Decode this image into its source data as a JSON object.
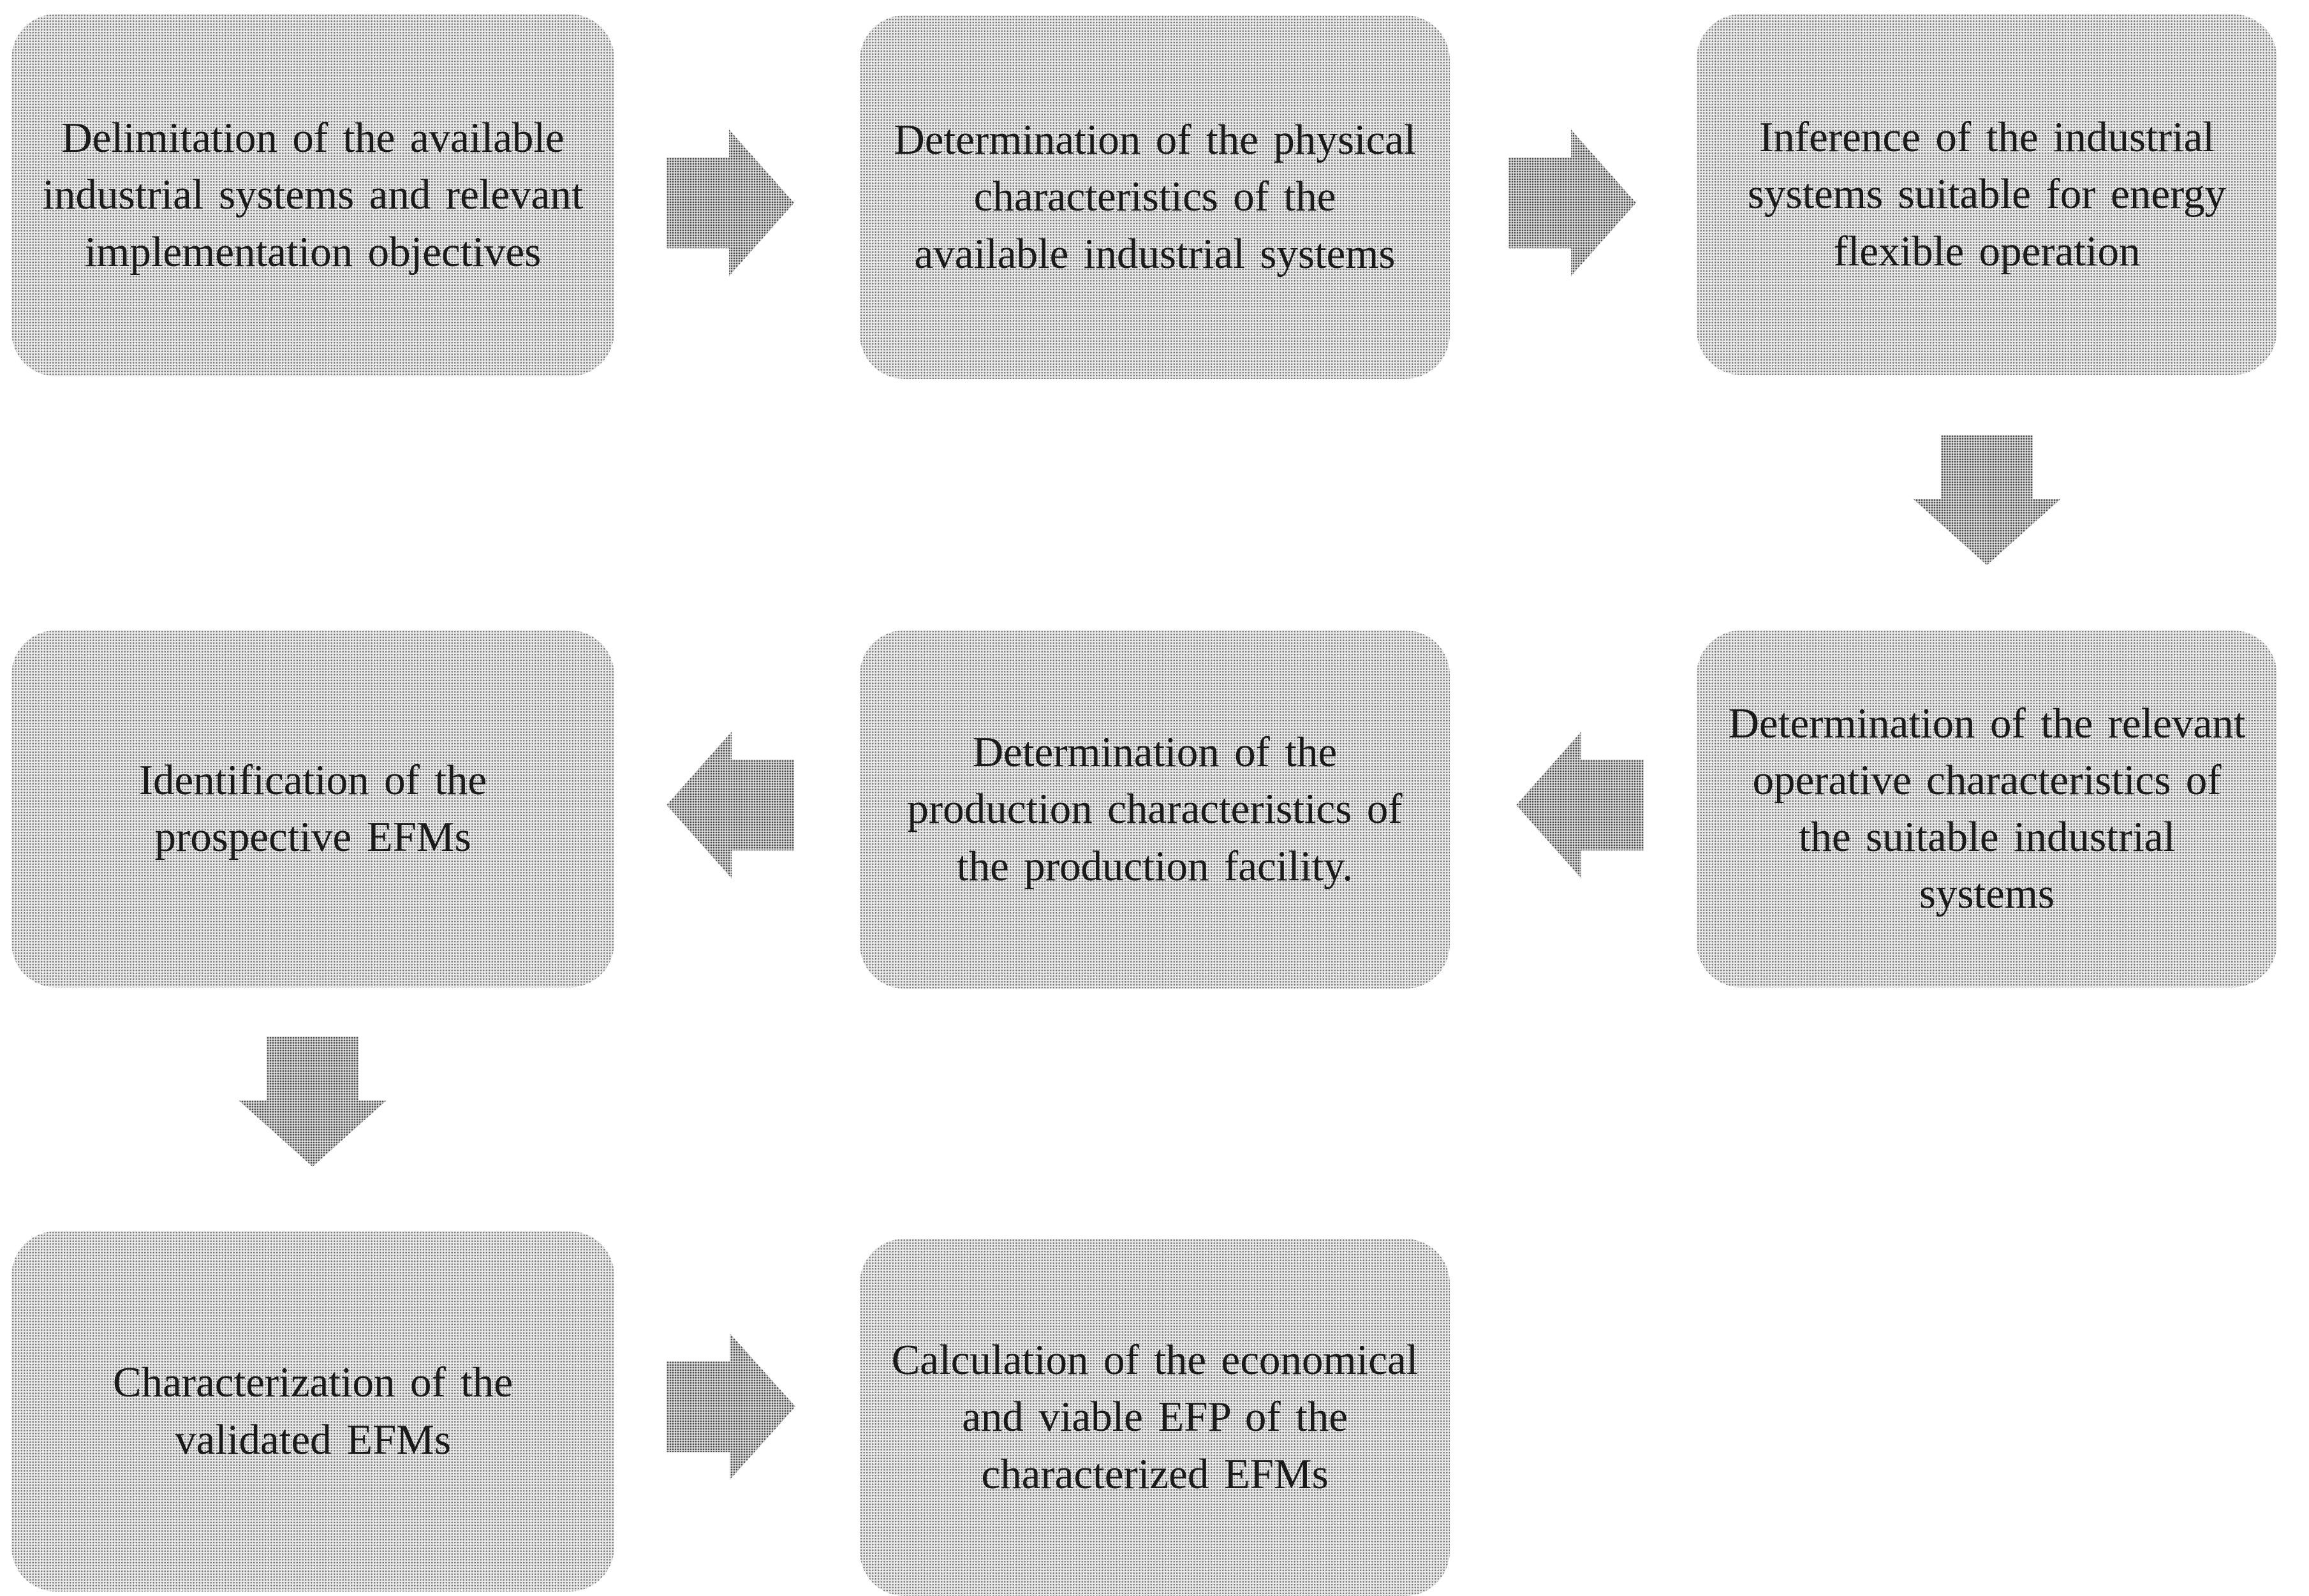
{
  "colors": {
    "background": "#ffffff",
    "box_fill": "#d2d2d2",
    "arrow_fill": "#b5b5b5",
    "text": "#1a1a1a"
  },
  "boxes": [
    {
      "id": "step-1",
      "label": "Delimitation of the available industrial systems and relevant implementation objectives"
    },
    {
      "id": "step-2",
      "label": "Determination of the physical characteristics of the available industrial systems"
    },
    {
      "id": "step-3",
      "label": "Inference of the industrial systems suitable for energy flexible operation"
    },
    {
      "id": "step-4",
      "label": "Determination of the relevant operative characteristics of the suitable industrial systems"
    },
    {
      "id": "step-5",
      "label": "Determination of the production characteristics of the production facility."
    },
    {
      "id": "step-6",
      "label": "Identification of the prospective EFMs"
    },
    {
      "id": "step-7",
      "label": "Characterization of the validated EFMs"
    },
    {
      "id": "step-8",
      "label": "Calculation of the economical and viable EFP of the characterized EFMs"
    }
  ],
  "arrows": [
    {
      "from": "step-1",
      "to": "step-2",
      "direction": "right"
    },
    {
      "from": "step-2",
      "to": "step-3",
      "direction": "right"
    },
    {
      "from": "step-3",
      "to": "step-4",
      "direction": "down"
    },
    {
      "from": "step-4",
      "to": "step-5",
      "direction": "left"
    },
    {
      "from": "step-5",
      "to": "step-6",
      "direction": "left"
    },
    {
      "from": "step-6",
      "to": "step-7",
      "direction": "down"
    },
    {
      "from": "step-7",
      "to": "step-8",
      "direction": "right"
    }
  ]
}
